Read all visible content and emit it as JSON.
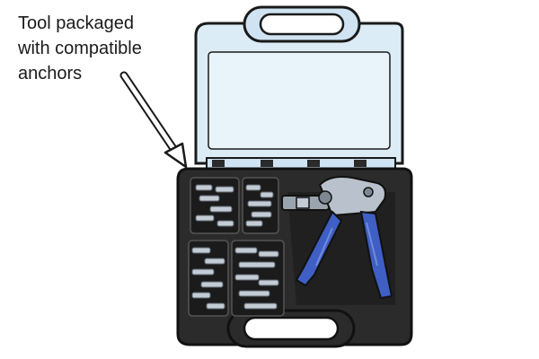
{
  "caption": {
    "lines": [
      "Tool packaged",
      "with compatible",
      "anchors"
    ]
  },
  "colors": {
    "lid_fill": "#dcecf7",
    "lid_outline": "#1a1a1a",
    "case_fill": "#2b2b2b",
    "case_dark": "#151515",
    "handle_grip": "#3f5fc4",
    "metal": "#b9c2cc",
    "arrow": "#9a9a9a"
  }
}
